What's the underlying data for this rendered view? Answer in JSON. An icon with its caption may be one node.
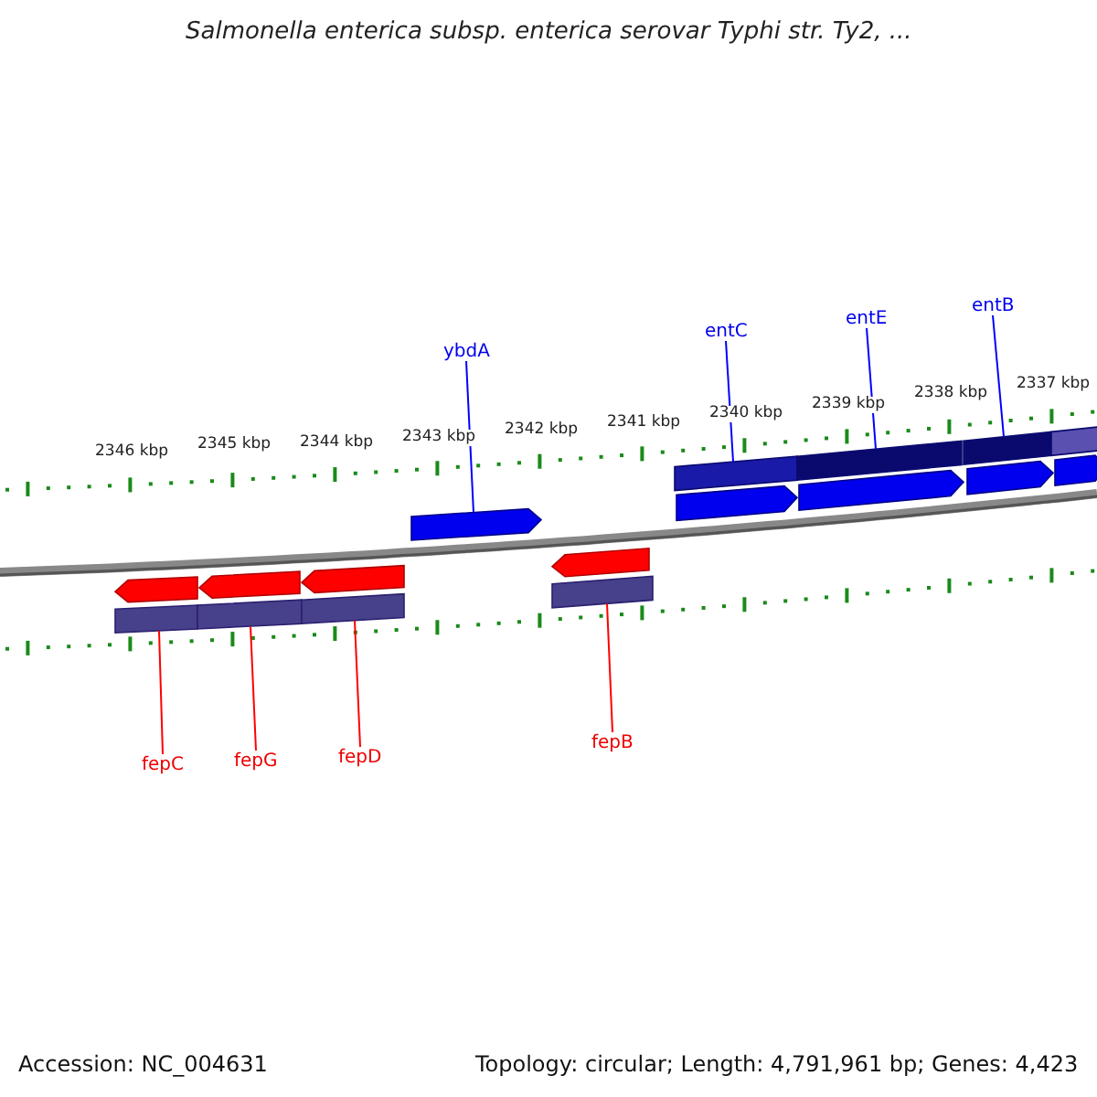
{
  "diagram": {
    "title": "Salmonella enterica subsp. enterica serovar Typhi str. Ty2, ...",
    "nodes": [
      {
        "text": [
          "ybdA"
        ]
      },
      {
        "text": [
          "entC"
        ]
      },
      {
        "text": [
          "entE"
        ]
      },
      {
        "text": [
          "entB"
        ]
      },
      {
        "text": [
          "fepC"
        ]
      },
      {
        "text": [
          "fepG"
        ]
      },
      {
        "text": [
          "fepD"
        ]
      },
      {
        "text": [
          "fepB"
        ]
      },
      {
        "text": [],
        "shape": "arrow"
      },
      {
        "text": [],
        "shape": "bar"
      },
      {
        "text": [],
        "shape": "bar"
      },
      {
        "text": [],
        "shape": "bar"
      },
      {
        "text": [],
        "shape": "bar"
      },
      {
        "text": [],
        "shape": "arrow"
      },
      {
        "text": [],
        "shape": "arrow"
      },
      {
        "text": [],
        "shape": "arrow"
      },
      {
        "text": [],
        "shape": "arrow"
      },
      {
        "text": [],
        "shape": "arrow"
      },
      {
        "text": [],
        "shape": "arrow"
      },
      {
        "text": [],
        "shape": "arrow"
      },
      {
        "text": [],
        "shape": "arrow"
      },
      {
        "text": [],
        "shape": "bar"
      },
      {
        "text": [],
        "shape": "bar"
      },
      {
        "text": [],
        "shape": "bar"
      },
      {
        "text": [],
        "shape": "bar"
      }
    ],
    "edges": [
      {
        "from": 0,
        "to": 8,
        "arrow": "none"
      },
      {
        "from": 1,
        "to": 9,
        "arrow": "none"
      },
      {
        "from": 2,
        "to": 10,
        "arrow": "none"
      },
      {
        "from": 3,
        "to": 11,
        "arrow": "none"
      },
      {
        "from": 4,
        "to": 21,
        "arrow": "none",
        "color": "#ff0000"
      },
      {
        "from": 5,
        "to": 22,
        "arrow": "none",
        "color": "#ff0000"
      },
      {
        "from": 6,
        "to": 23,
        "arrow": "none",
        "color": "#ff0000"
      },
      {
        "from": 7,
        "to": 24,
        "arrow": "none",
        "color": "#ff0000"
      }
    ],
    "labels": [
      "2346 kbp",
      "2345 kbp",
      "2344 kbp",
      "2343 kbp",
      "2342 kbp",
      "2341 kbp",
      "2340 kbp",
      "2339 kbp",
      "2338 kbp",
      "2337 kbp",
      "Accession: NC_004631",
      "Topology: circular; Length: 4,791,961 bp; Genes: 4,423"
    ]
  }
}
